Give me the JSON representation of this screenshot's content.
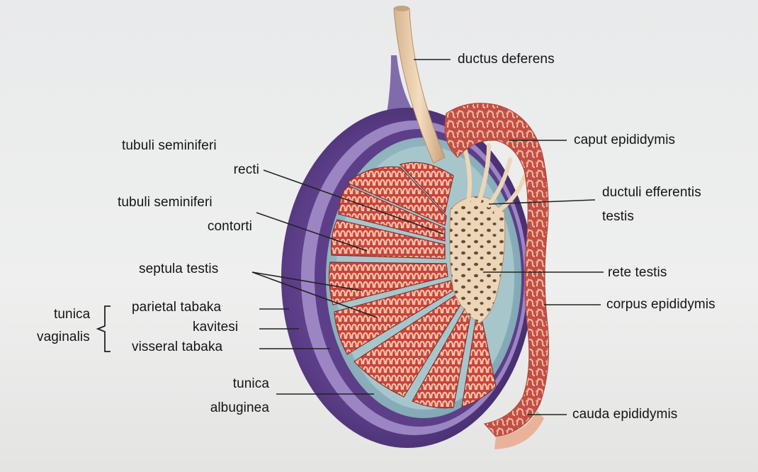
{
  "labels": {
    "ductus_deferens": "ductus deferens",
    "caput_epididymis": "caput epididymis",
    "tubuli_seminiferi_recti_1": "tubuli seminiferi",
    "tubuli_seminiferi_recti_2": "recti",
    "tubuli_seminiferi_contorti_1": "tubuli seminiferi",
    "tubuli_seminiferi_contorti_2": "contorti",
    "ductuli_efferentis_1": "ductuli efferentis",
    "ductuli_efferentis_2": "testis",
    "septula_testis": "septula testis",
    "rete_testis": "rete testis",
    "corpus_epididymis": "corpus epididymis",
    "tunica_vaginalis_1": "tunica",
    "tunica_vaginalis_2": "vaginalis",
    "parietal_tabaka": "parietal tabaka",
    "kavitesi": "kavitesi",
    "visseral_tabaka": "visseral tabaka",
    "tunica_albuginea_1": "tunica",
    "tunica_albuginea_2": "albuginea",
    "cauda_epididymis": "cauda epididymis"
  },
  "colors": {
    "tunica_vaginalis": "#5a3a86",
    "cavity": "#8c78b8",
    "albuginea": "#a8c4c8",
    "lobule": "#c9473f",
    "tubule": "#f2b59a",
    "epididymis": "#c85a4a",
    "ductus": "#e8c9a4"
  }
}
